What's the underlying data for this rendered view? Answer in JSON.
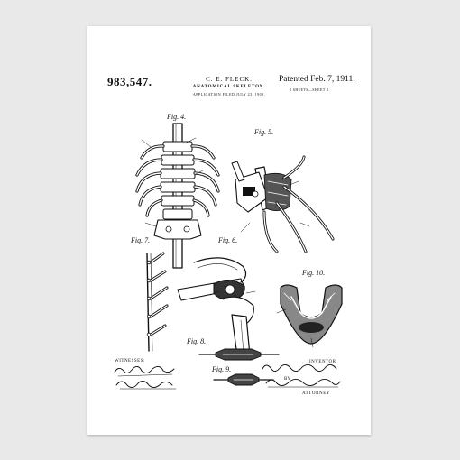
{
  "patent": {
    "number": "983,547.",
    "inventor": "C. E. FLECK.",
    "title": "ANATOMICAL SKELETON.",
    "filed": "APPLICATION FILED JULY 23, 1909.",
    "patented": "Patented Feb. 7, 1911.",
    "sheets": "2 SHEETS—SHEET 2."
  },
  "figures": [
    "Fig. 4.",
    "Fig. 5.",
    "Fig. 6.",
    "Fig. 7.",
    "Fig. 8.",
    "Fig. 9.",
    "Fig. 10."
  ],
  "labels": {
    "witnesses": "WITNESSES:",
    "inventor": "INVENTOR",
    "by": "BY",
    "attorney": "ATTORNEY"
  },
  "signatures": [
    "Gustav Diederichs",
    "George Stoddart",
    "Charles E. Fleck",
    "Edward Cooper Brown"
  ],
  "colors": {
    "background": "#e9e9e9",
    "paper": "#ffffff",
    "ink": "#111111"
  }
}
